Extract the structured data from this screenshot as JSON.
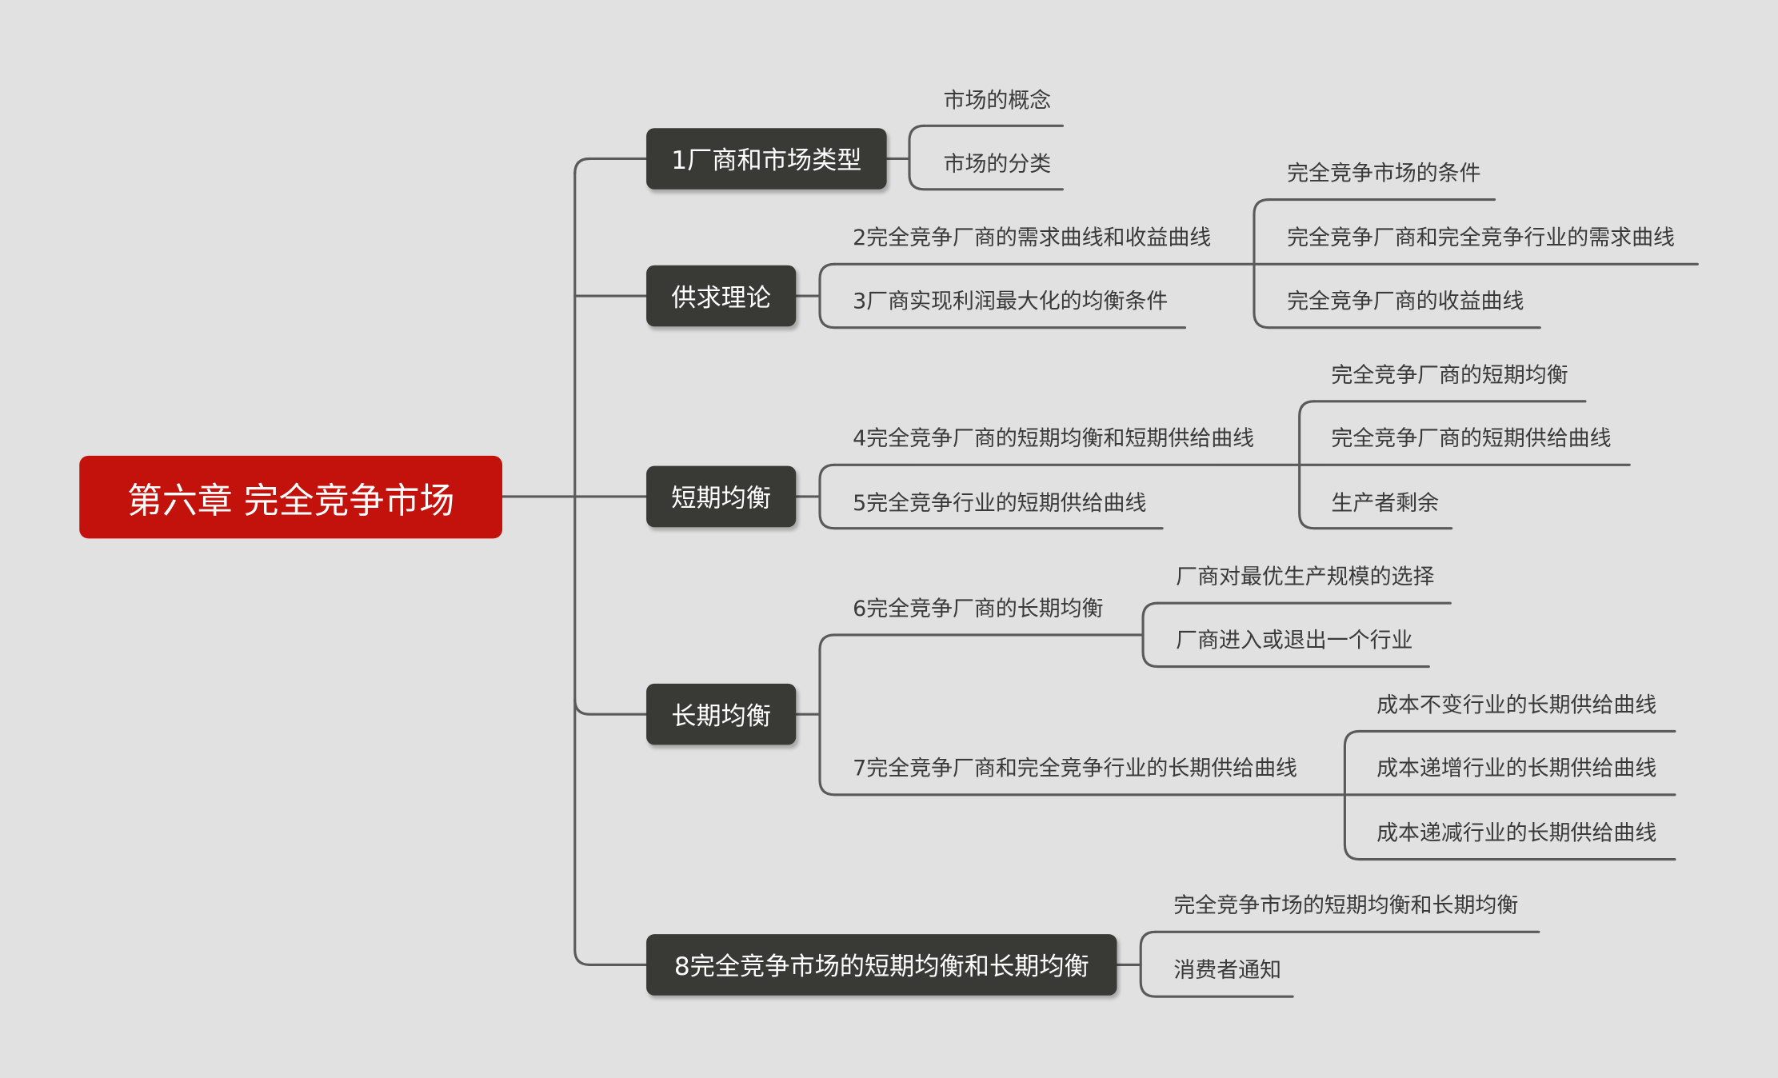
{
  "root": "第六章 完全竞争市场",
  "branches": [
    {
      "label": "1厂商和市场类型",
      "children": [
        "市场的概念",
        "市场的分类"
      ]
    },
    {
      "label": "供求理论",
      "children": [
        "2完全竞争厂商的需求曲线和收益曲线",
        "3厂商实现利润最大化的均衡条件"
      ],
      "sub": [
        "完全竞争市场的条件",
        "完全竞争厂商和完全竞争行业的需求曲线",
        "完全竞争厂商的收益曲线"
      ]
    },
    {
      "label": "短期均衡",
      "children": [
        "4完全竞争厂商的短期均衡和短期供给曲线",
        "5完全竞争行业的短期供给曲线"
      ],
      "sub": [
        "完全竞争厂商的短期均衡",
        "完全竞争厂商的短期供给曲线",
        "生产者剩余"
      ]
    },
    {
      "label": "长期均衡",
      "children": [
        "6完全竞争厂商的长期均衡",
        "7完全竞争厂商和完全竞争行业的长期供给曲线"
      ],
      "sub6": [
        "厂商对最优生产规模的选择",
        "厂商进入或退出一个行业"
      ],
      "sub7": [
        "成本不变行业的长期供给曲线",
        "成本递增行业的长期供给曲线",
        "成本递减行业的长期供给曲线"
      ]
    },
    {
      "label": "8完全竞争市场的短期均衡和长期均衡",
      "children": [
        "完全竞争市场的短期均衡和长期均衡",
        "消费者通知"
      ]
    }
  ]
}
